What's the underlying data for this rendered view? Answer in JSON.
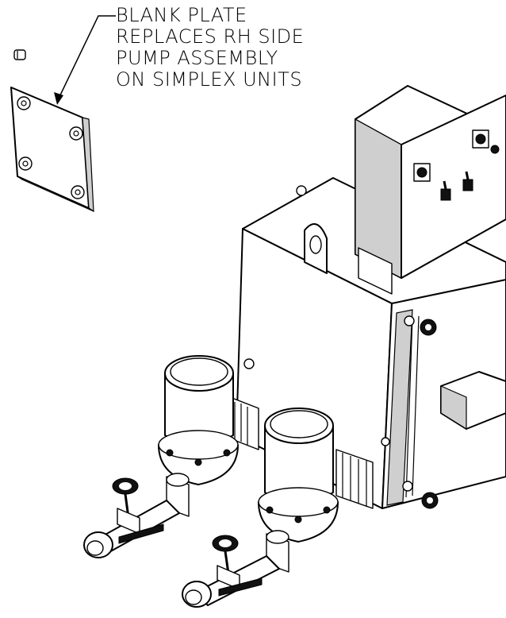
{
  "callout": {
    "lines": [
      "BLANK PLATE",
      "REPLACES RH SIDE",
      "PUMP ASSEMBLY",
      "ON SIMPLEX UNITS"
    ]
  },
  "colors": {
    "line": "#000000",
    "background": "#ffffff"
  }
}
